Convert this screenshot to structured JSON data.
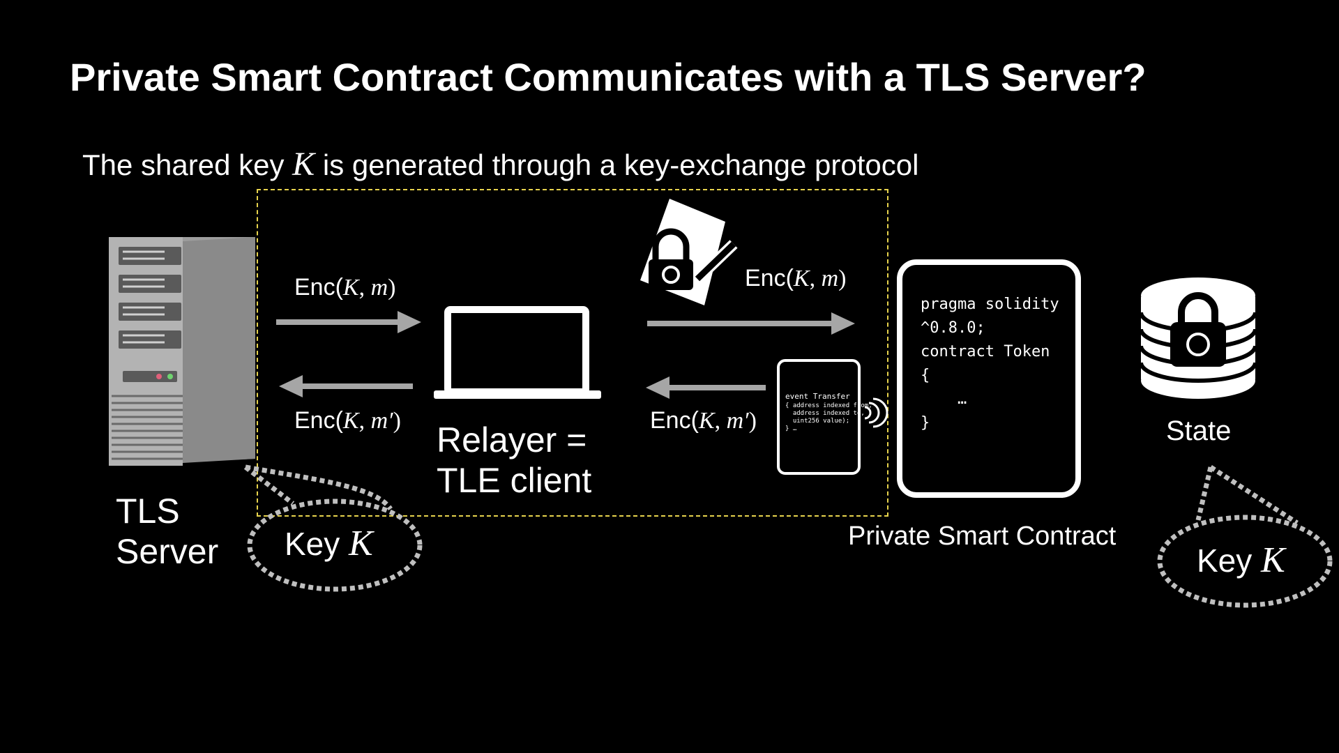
{
  "slide": {
    "title": "Private Smart Contract Communicates with a TLS Server?",
    "subtitle_pre": "The shared key ",
    "subtitle_var": "K",
    "subtitle_post": " is generated through a key-exchange protocol"
  },
  "labels": {
    "enc_prefix": "Enc(",
    "enc_k": "K",
    "enc_comma": ", ",
    "enc_m": "m",
    "enc_mprime": "m′",
    "enc_close": ")",
    "server_line1": "TLS",
    "server_line2": "Server",
    "relayer_line1": "Relayer =",
    "relayer_line2": "TLE client",
    "contract_caption": "Private Smart Contract",
    "state_caption": "State",
    "key_word": "Key ",
    "key_var": "K"
  },
  "contract_code": {
    "line1": "pragma solidity",
    "line2": "^0.8.0;",
    "line3": "contract Token",
    "line4": "{",
    "line5": "    …",
    "line6": "}"
  },
  "phone_code": {
    "line1": "event Transfer",
    "line2": "{ address indexed from,",
    "line3": "  address indexed to,",
    "line4": "  uint256 value);",
    "line5": "} …"
  },
  "colors": {
    "background": "#000000",
    "text": "#ffffff",
    "arrow": "#a6a6a6",
    "boundary": "#e8d44d",
    "bubble_border": "#bfbfbf"
  }
}
